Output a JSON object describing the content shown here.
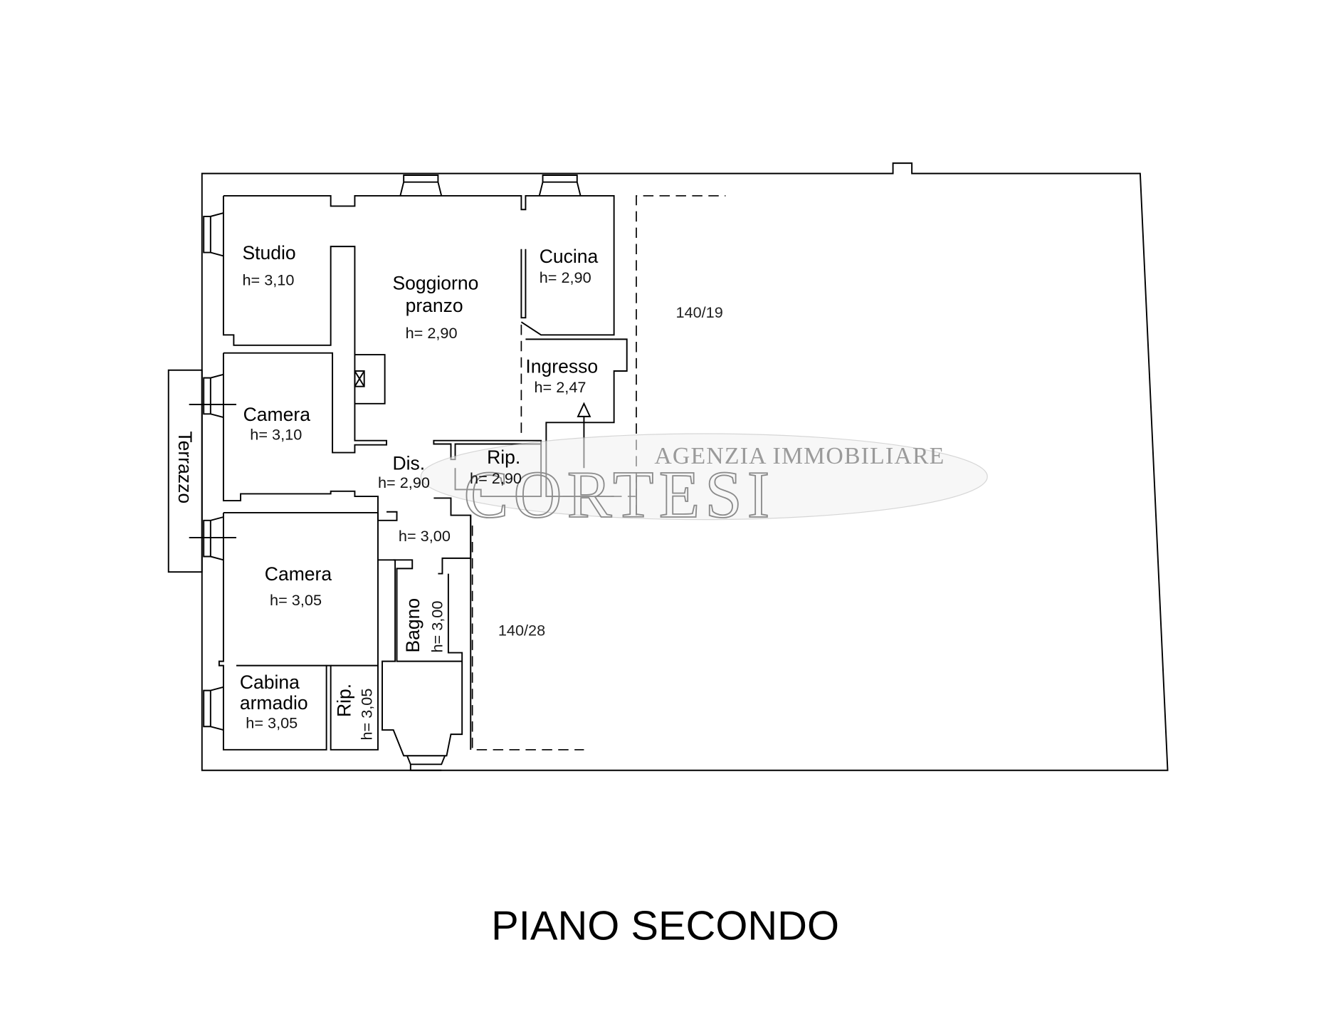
{
  "rooms": {
    "studio": {
      "name": "Studio",
      "height": "h= 3,10"
    },
    "soggiorno": {
      "name_line1": "Soggiorno",
      "name_line2": "pranzo",
      "height": "h= 2,90"
    },
    "cucina": {
      "name": "Cucina",
      "height": "h= 2,90"
    },
    "ingresso": {
      "name": "Ingresso",
      "height": "h= 2,47"
    },
    "camera1": {
      "name": "Camera",
      "height": "h= 3,10"
    },
    "dis": {
      "name": "Dis.",
      "height": "h= 2,90"
    },
    "rip1": {
      "name": "Rip.",
      "height": "h= 2,90"
    },
    "corridor": {
      "height": "h= 3,00"
    },
    "camera2": {
      "name": "Camera",
      "height": "h= 3,05"
    },
    "bagno": {
      "name": "Bagno",
      "height": "h= 3,00"
    },
    "cabina": {
      "name_line1": "Cabina",
      "name_line2": "armadio",
      "height": "h= 3,05"
    },
    "rip2": {
      "name": "Rip.",
      "height": "h= 3,05"
    },
    "terrazzo": {
      "name": "Terrazzo"
    }
  },
  "parcels": {
    "upper": "140/19",
    "lower": "140/28"
  },
  "title": "PIANO SECONDO",
  "watermark": {
    "line1": "AGENZIA IMMOBILIARE",
    "line2": "CORTESI"
  }
}
